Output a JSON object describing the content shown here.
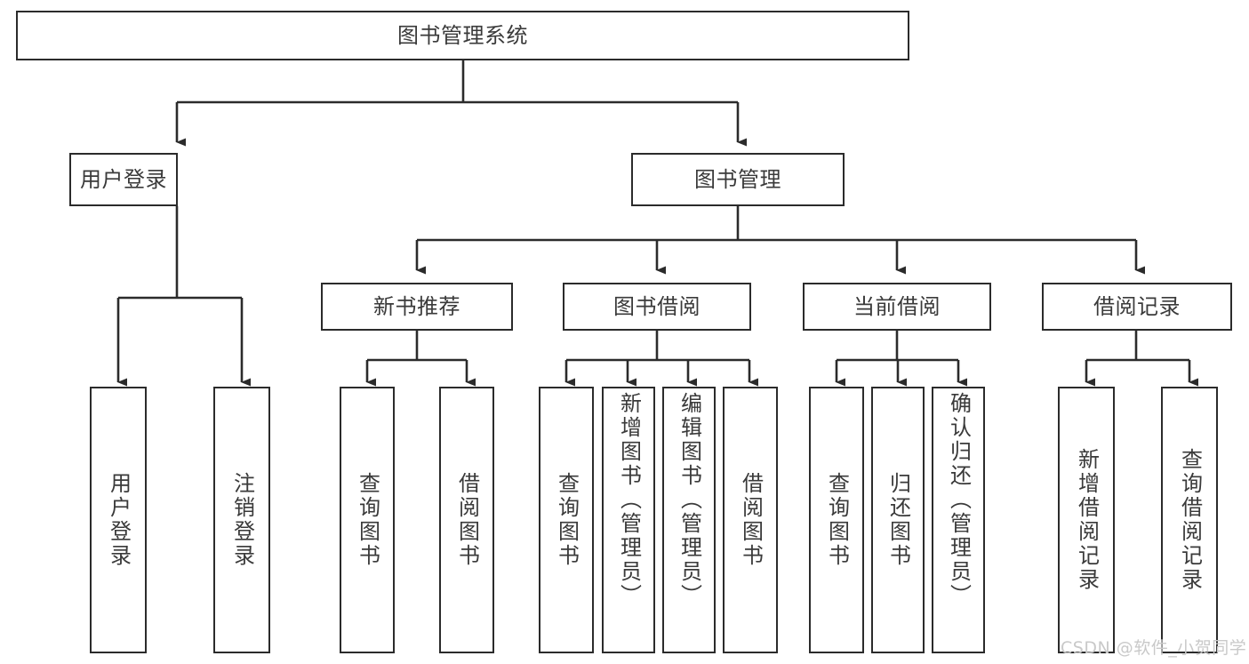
{
  "diagram": {
    "type": "hierarchy-tree",
    "title": "图书管理系统",
    "style": {
      "box_border_color": "#2b2b2b",
      "box_fill_color": "#ffffff",
      "connector_color": "#2b2b2b",
      "text_color": "#3a3a3a",
      "background": "#ffffff"
    },
    "root": {
      "label": "图书管理系统"
    },
    "level2": [
      {
        "label": "用户登录"
      },
      {
        "label": "图书管理"
      }
    ],
    "level3": [
      {
        "label": "新书推荐"
      },
      {
        "label": "图书借阅"
      },
      {
        "label": "当前借阅"
      },
      {
        "label": "借阅记录"
      }
    ],
    "leaves": {
      "user_login": [
        {
          "label": "用户登录"
        },
        {
          "label": "注销登录"
        }
      ],
      "new_book_recommend": [
        {
          "label": "查询图书"
        },
        {
          "label": "借阅图书"
        }
      ],
      "book_borrow": [
        {
          "label": "查询图书"
        },
        {
          "label": "新增图书（管理员）"
        },
        {
          "label": "编辑图书（管理员）"
        },
        {
          "label": "借阅图书"
        }
      ],
      "current_borrow": [
        {
          "label": "查询图书"
        },
        {
          "label": "归还图书"
        },
        {
          "label": "确认归还（管理员）"
        }
      ],
      "borrow_record": [
        {
          "label": "新增借阅记录"
        },
        {
          "label": "查询借阅记录"
        }
      ]
    }
  },
  "watermark": {
    "text": "CSDN @软件_小贺同学"
  }
}
